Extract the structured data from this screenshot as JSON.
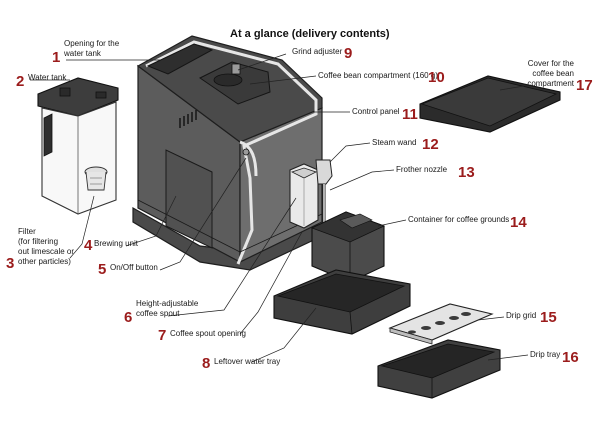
{
  "title": "At a glance (delivery contents)",
  "callouts": [
    {
      "number": "1",
      "text": [
        "Opening for the",
        "water tank"
      ]
    },
    {
      "number": "2",
      "text": [
        "Water tank"
      ]
    },
    {
      "number": "3",
      "text": [
        "Filter",
        "(for filtering",
        "out limescale or",
        "other particles)"
      ]
    },
    {
      "number": "4",
      "text": [
        "Brewing unit"
      ]
    },
    {
      "number": "5",
      "text": [
        "On/Off button"
      ]
    },
    {
      "number": "6",
      "text": [
        "Height-adjustable",
        "coffee spout"
      ]
    },
    {
      "number": "7",
      "text": [
        "Coffee spout opening"
      ]
    },
    {
      "number": "8",
      "text": [
        "Leftover water tray"
      ]
    },
    {
      "number": "9",
      "text": [
        "Grind adjuster"
      ]
    },
    {
      "number": "10",
      "text": [
        "Coffee bean compartment (160 g)"
      ]
    },
    {
      "number": "11",
      "text": [
        "Control panel"
      ]
    },
    {
      "number": "12",
      "text": [
        "Steam wand"
      ]
    },
    {
      "number": "13",
      "text": [
        "Frother nozzle"
      ]
    },
    {
      "number": "14",
      "text": [
        "Container for coffee grounds"
      ]
    },
    {
      "number": "15",
      "text": [
        "Drip grid"
      ]
    },
    {
      "number": "16",
      "text": [
        "Drip tray"
      ]
    },
    {
      "number": "17",
      "text": [
        "Cover for the",
        "coffee bean",
        "compartment"
      ]
    }
  ],
  "colors": {
    "accent": "#9b1c1c",
    "machine_body": "#4a4a4a",
    "chrome_trim": "#e6e6e6"
  }
}
